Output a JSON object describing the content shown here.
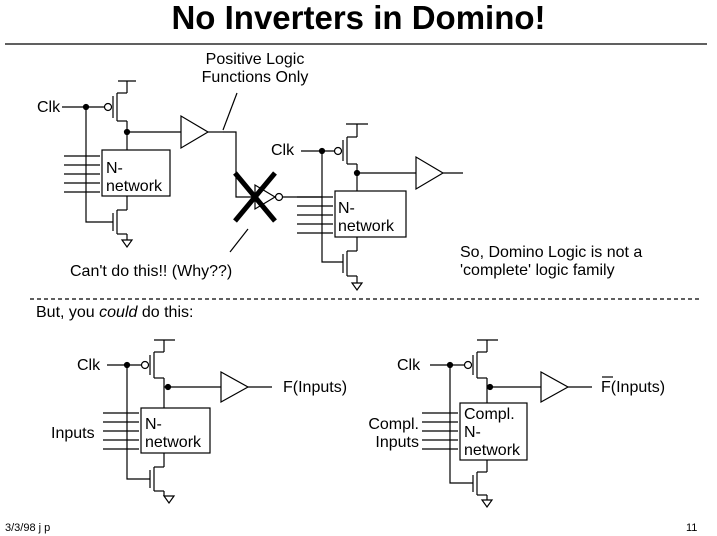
{
  "title": "No Inverters in Domino!",
  "note_positive": [
    "Positive Logic",
    "Functions Only"
  ],
  "clk": "Clk",
  "n_network": [
    "N-",
    "network"
  ],
  "cant_do": "Can't do this!!  (Why??)",
  "not_complete": [
    "So, Domino Logic is not a",
    "'complete' logic family"
  ],
  "but_you": {
    "before": "But, you ",
    "italic": "could",
    "after": " do this:"
  },
  "inputs": "Inputs",
  "f_inputs": "F(Inputs)",
  "compl_inputs": [
    "Compl.",
    "Inputs"
  ],
  "compl_network": [
    "Compl.",
    "N-",
    "network"
  ],
  "f_bar_letter": "F",
  "f_bar_rest": "(Inputs)",
  "footer_left": "3/3/98  j p",
  "footer_right": "11"
}
